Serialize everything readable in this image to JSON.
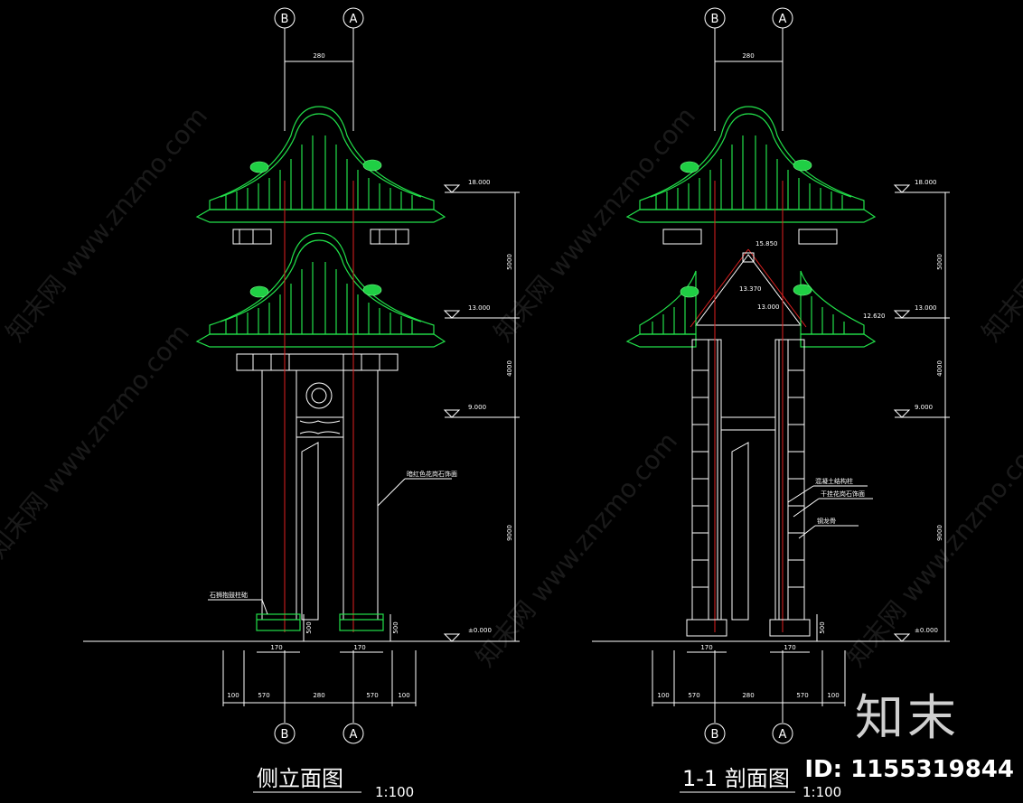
{
  "views": [
    {
      "key": "side",
      "title": "侧立面图",
      "scale": "1:100",
      "axis_labels": [
        "B",
        "A"
      ],
      "top_dim": "280",
      "bottom_dims": [
        "100",
        "570",
        "280",
        "570",
        "100"
      ],
      "base_dims": [
        "170",
        "170"
      ],
      "elevations": [
        "18.000",
        "13.000",
        "9.000",
        "±0.000"
      ],
      "height_dims": [
        "5000",
        "4000",
        "9000"
      ],
      "small_dim": "500",
      "notes": [
        "暗红色花岗石饰面",
        "石狮抱鼓柱础"
      ]
    },
    {
      "key": "section",
      "title": "1-1 剖面图",
      "scale": "1:100",
      "axis_labels": [
        "B",
        "A"
      ],
      "top_dim": "280",
      "bottom_dims": [
        "100",
        "570",
        "280",
        "570",
        "100"
      ],
      "base_dims": [
        "170",
        "170"
      ],
      "elevations": [
        "18.000",
        "13.000",
        "9.000",
        "±0.000"
      ],
      "height_dims": [
        "5000",
        "4000",
        "9000"
      ],
      "small_dim": "500",
      "inner_levels": [
        "15.850",
        "13.370",
        "13.000",
        "12.620"
      ],
      "notes": [
        "混凝土结构柱",
        "干挂花岗石饰面",
        "钢龙骨"
      ]
    }
  ],
  "watermark": "知末网 www.znzmo.com",
  "brand": "知末",
  "image_id": "ID: 1155319844"
}
